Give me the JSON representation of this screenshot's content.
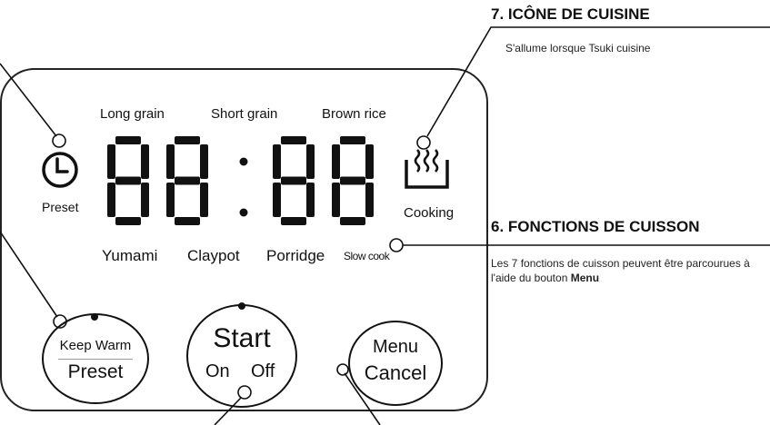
{
  "callouts": {
    "cooking_icon": {
      "title": "7. ICÔNE DE CUISINE",
      "text": "S'allume lorsque Tsuki cuisine"
    },
    "functions": {
      "title": "6. FONCTIONS DE CUISSON",
      "text_before": "Les 7 fonctions de cuisson peuvent être parcourues à l'aide du bouton ",
      "text_bold": "Menu"
    }
  },
  "display": {
    "top_labels": [
      "Long grain",
      "Short grain",
      "Brown rice"
    ],
    "bottom_labels": [
      "Yumami",
      "Claypot",
      "Porridge",
      "Slow cook"
    ],
    "preset_label": "Preset",
    "cooking_label": "Cooking",
    "digits": "88:88"
  },
  "buttons": {
    "keep_warm": {
      "top": "Keep Warm",
      "bottom": "Preset"
    },
    "start": {
      "top": "Start",
      "bottom_left": "On",
      "bottom_right": "Off"
    },
    "menu": {
      "top": "Menu",
      "bottom": "Cancel"
    }
  }
}
